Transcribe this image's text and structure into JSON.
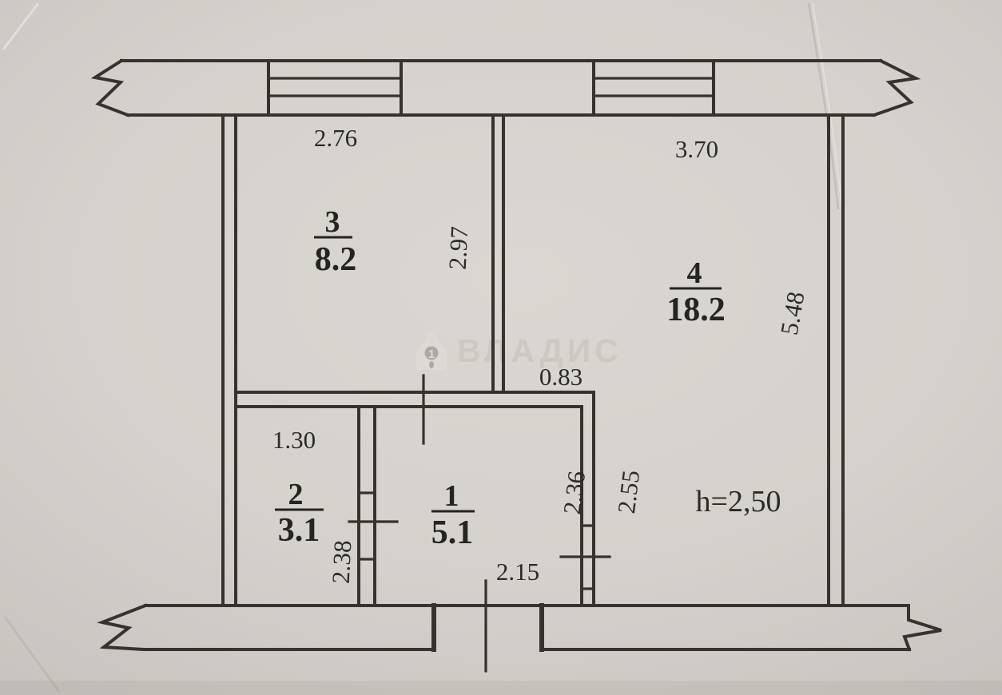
{
  "watermark": {
    "text": "ВЛАДИС",
    "logo_digit": "1"
  },
  "rooms": [
    {
      "number": "1",
      "area": "5.1"
    },
    {
      "number": "2",
      "area": "3.1"
    },
    {
      "number": "3",
      "area": "8.2"
    },
    {
      "number": "4",
      "area": "18.2"
    }
  ],
  "dimensions": {
    "room3_width": "2.76",
    "room4_width": "3.70",
    "room3_depth": "2.97",
    "right_wall": "5.48",
    "opening_width": "0.83",
    "room2_width": "1.30",
    "room2_depth": "2.38",
    "room1_depth": "2.36",
    "hall_depth": "2.55",
    "room1_width": "2.15",
    "ceiling_height": "h=2,50"
  }
}
